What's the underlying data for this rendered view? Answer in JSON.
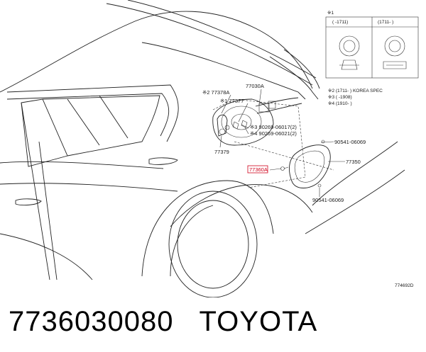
{
  "diagram": {
    "inset": {
      "title": "※1",
      "variant_a": "(    -1711)",
      "variant_b": "(1711-    )"
    },
    "notes": [
      "※2 (1711-    ) KOREA SPEC",
      "※3 (    -1908)",
      "※4 (1910-    )"
    ],
    "callouts": {
      "p77030A": "77030A",
      "p77378A": "※2  77378A",
      "p77377": "※1  77377",
      "p90269_06017": "※3  90269-06017(2)",
      "p90269_06021": "※4  90269-06021(2)",
      "p77379": "77379",
      "p90541_top": "90541-06069",
      "p77350": "77350",
      "p77360": "77360A",
      "p90541_bottom": "90541-06069"
    },
    "figure_code": "774692D"
  },
  "footer": {
    "part_number": "7736030080",
    "brand": "TOYOTA"
  },
  "colors": {
    "highlight": "#d0021b",
    "line": "#222222"
  }
}
